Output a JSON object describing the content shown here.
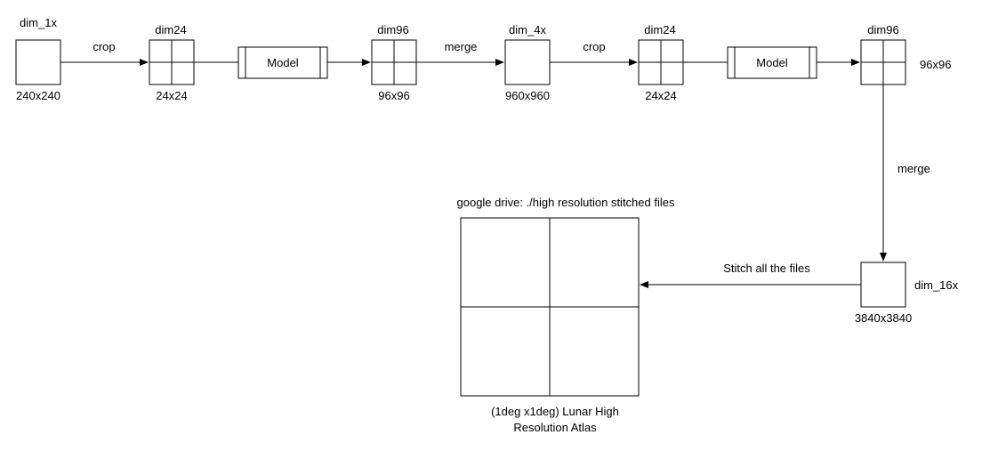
{
  "nodes": {
    "dim_1x": {
      "label": "dim_1x",
      "size": "240x240"
    },
    "crop_grid_1": {
      "label": "dim24",
      "size": "24x24"
    },
    "model_1": {
      "label": "Model"
    },
    "merge_grid_1": {
      "label": "dim96",
      "size": "96x96"
    },
    "dim_4x": {
      "label": "dim_4x",
      "size": "960x960"
    },
    "crop_grid_2": {
      "label": "dim24",
      "size": "24x24"
    },
    "model_2": {
      "label": "Model"
    },
    "merge_grid_2": {
      "label": "dim96",
      "size": "96x96"
    },
    "dim_16x": {
      "label": "dim_16x",
      "size": "3840x3840"
    },
    "atlas": {
      "title": "google drive: ./high resolution stitched files",
      "caption_line1": "(1deg x1deg) Lunar High",
      "caption_line2": "Resolution Atlas"
    }
  },
  "edges": {
    "crop_1": "crop",
    "merge_1": "merge",
    "crop_2": "crop",
    "merge_2": "merge",
    "stitch": "Stitch all the files"
  }
}
